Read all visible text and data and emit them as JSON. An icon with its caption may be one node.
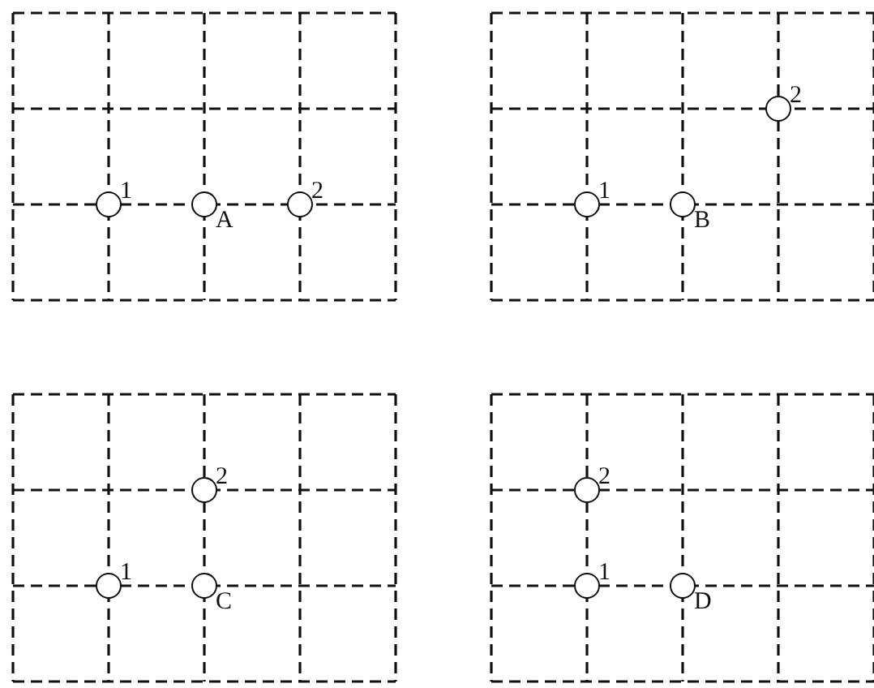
{
  "diagram": {
    "nodes": [
      {
        "text": [],
        "shape": "circle",
        "beside": [
          "1"
        ]
      },
      {
        "text": [],
        "shape": "circle",
        "beside": [
          "A"
        ]
      },
      {
        "text": [],
        "shape": "circle",
        "beside": [
          "2"
        ]
      },
      {
        "text": [],
        "shape": "circle",
        "beside": [
          "1"
        ]
      },
      {
        "text": [],
        "shape": "circle",
        "beside": [
          "B"
        ]
      },
      {
        "text": [],
        "shape": "circle",
        "beside": [
          "2"
        ]
      },
      {
        "text": [],
        "shape": "circle",
        "beside": [
          "1"
        ]
      },
      {
        "text": [],
        "shape": "circle",
        "beside": [
          "C"
        ]
      },
      {
        "text": [],
        "shape": "circle",
        "beside": [
          "2"
        ]
      },
      {
        "text": [],
        "shape": "circle",
        "beside": [
          "1"
        ]
      },
      {
        "text": [],
        "shape": "circle",
        "beside": [
          "D"
        ]
      },
      {
        "text": [],
        "shape": "circle",
        "beside": [
          "2"
        ]
      }
    ]
  }
}
